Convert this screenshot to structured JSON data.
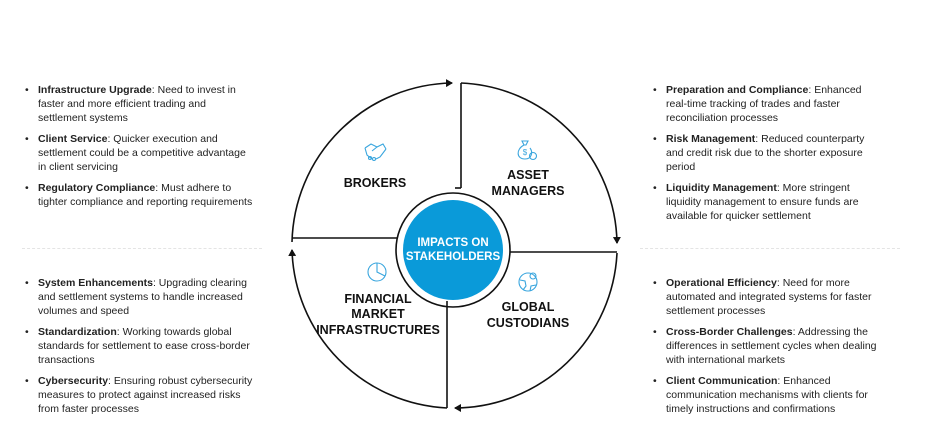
{
  "center_label": [
    "IMPACTS ON",
    "STAKEHOLDERS"
  ],
  "accent_color": "#0a9ad9",
  "stakeholders": {
    "brokers": {
      "label": [
        "BROKERS"
      ],
      "icon": "handshake-icon",
      "points": [
        {
          "title": "Infrastructure Upgrade",
          "text": ": Need to invest in faster and more efficient trading and settlement systems"
        },
        {
          "title": "Client Service",
          "text": ": Quicker execution and settlement could be a competitive advantage in client servicing"
        },
        {
          "title": "Regulatory Compliance",
          "text": ": Must adhere to tighter compliance and reporting requirements"
        }
      ]
    },
    "asset_managers": {
      "label": [
        "ASSET",
        "MANAGERS"
      ],
      "icon": "money-bag-gear-icon",
      "points": [
        {
          "title": "Preparation and Compliance",
          "text": ": Enhanced real-time tracking of trades and faster reconciliation processes"
        },
        {
          "title": "Risk Management",
          "text": ": Reduced counterparty and credit risk due to the shorter exposure period"
        },
        {
          "title": "Liquidity Management",
          "text": ": More stringent liquidity management to ensure funds are available for quicker settlement"
        }
      ]
    },
    "fmi": {
      "label": [
        "FINANCIAL",
        "MARKET",
        "INFRASTRUCTURES"
      ],
      "icon": "pie-chart-icon",
      "points": [
        {
          "title": "System Enhancements",
          "text": ": Upgrading clearing and settlement systems to handle increased volumes and speed"
        },
        {
          "title": "Standardization",
          "text": ": Working towards global standards for settlement to ease cross-border transactions"
        },
        {
          "title": "Cybersecurity",
          "text": ": Ensuring robust cybersecurity measures to protect against increased risks from faster processes"
        }
      ]
    },
    "custodians": {
      "label": [
        "GLOBAL",
        "CUSTODIANS"
      ],
      "icon": "globe-user-icon",
      "points": [
        {
          "title": "Operational Efficiency",
          "text": ": Need for more automated and integrated systems for faster settlement processes"
        },
        {
          "title": "Cross-Border Challenges",
          "text": ": Addressing the differences in settlement cycles when dealing with international markets"
        },
        {
          "title": "Client Communication",
          "text": ": Enhanced communication mechanisms with clients for timely instructions and confirmations"
        }
      ]
    }
  }
}
